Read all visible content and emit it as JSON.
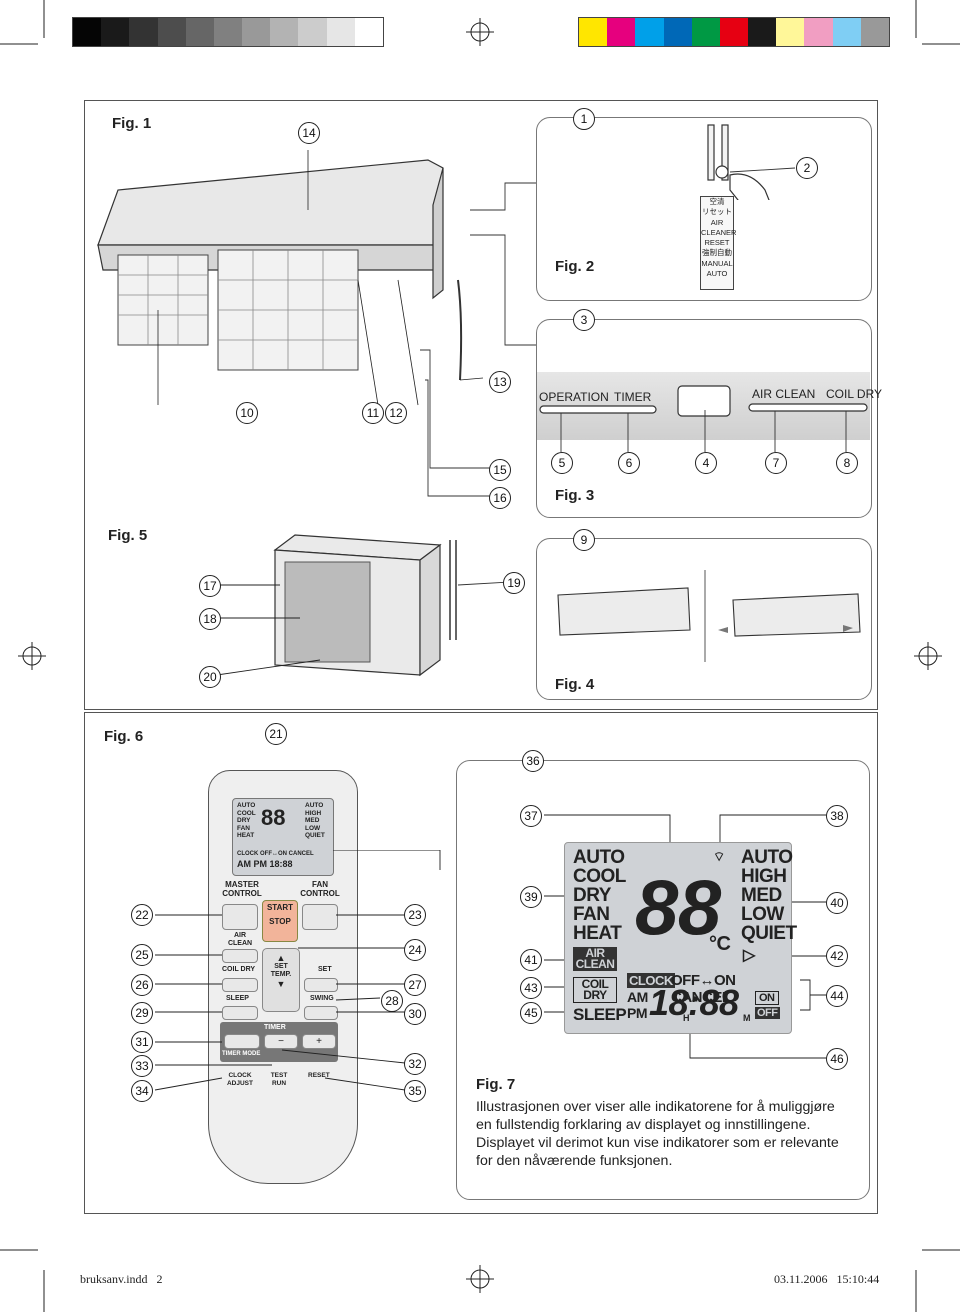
{
  "registration": {
    "gray_swatches": [
      "#050505",
      "#1a1a1a",
      "#333333",
      "#4d4d4d",
      "#666666",
      "#808080",
      "#999999",
      "#b3b3b3",
      "#cccccc",
      "#e6e6e6",
      "#ffffff"
    ],
    "color_swatches": [
      "#ffe600",
      "#e6007e",
      "#00a0e9",
      "#0068b7",
      "#009944",
      "#e60012",
      "#1a1a1a",
      "#fff799",
      "#f19ec2",
      "#7fcef4",
      "#999999"
    ]
  },
  "figures": {
    "fig1": "Fig. 1",
    "fig2": "Fig. 2",
    "fig3": "Fig. 3",
    "fig4": "Fig. 4",
    "fig5": "Fig. 5",
    "fig6": "Fig. 6",
    "fig7": "Fig. 7"
  },
  "fig2_label": {
    "line1": "空清",
    "line2": "リセット",
    "line3": "AIR",
    "line4": "CLEANER",
    "line5": "RESET",
    "line6": "強制自動",
    "line7": "MANUAL",
    "line8": "AUTO"
  },
  "fig3_panel": {
    "operation": "OPERATION",
    "timer": "TIMER",
    "air_clean": "AIR CLEAN",
    "coil_dry": "COIL DRY"
  },
  "callouts": {
    "c1": "1",
    "c2": "2",
    "c3": "3",
    "c4": "4",
    "c5": "5",
    "c6": "6",
    "c7": "7",
    "c8": "8",
    "c9": "9",
    "c10": "10",
    "c11": "11",
    "c12": "12",
    "c13": "13",
    "c14": "14",
    "c15": "15",
    "c16": "16",
    "c17": "17",
    "c18": "18",
    "c19": "19",
    "c20": "20",
    "c21": "21",
    "c22": "22",
    "c23": "23",
    "c24": "24",
    "c25": "25",
    "c26": "26",
    "c27": "27",
    "c28": "28",
    "c29": "29",
    "c30": "30",
    "c31": "31",
    "c32": "32",
    "c33": "33",
    "c34": "34",
    "c35": "35",
    "c36": "36",
    "c37": "37",
    "c38": "38",
    "c39": "39",
    "c40": "40",
    "c41": "41",
    "c42": "42",
    "c43": "43",
    "c44": "44",
    "c45": "45",
    "c46": "46"
  },
  "remote": {
    "master_control": "MASTER CONTROL",
    "fan_control": "FAN CONTROL",
    "start": "START",
    "stop": "STOP",
    "air_clean": "AIR CLEAN",
    "coil_dry": "COIL DRY",
    "set_temp": "SET TEMP.",
    "set": "SET",
    "sleep": "SLEEP",
    "swing": "SWING",
    "timer": "TIMER",
    "timer_mode": "TIMER MODE",
    "minus": "−",
    "plus": "+",
    "clock_adjust": "CLOCK ADJUST",
    "test_run": "TEST RUN",
    "reset": "RESET"
  },
  "lcd": {
    "modes": [
      "AUTO",
      "COOL",
      "DRY",
      "FAN",
      "HEAT"
    ],
    "fan_speeds": [
      "AUTO",
      "HIGH",
      "MED",
      "LOW",
      "QUIET"
    ],
    "digits": "88",
    "unit": "°C",
    "air_clean": "AIR CLEAN",
    "coil_dry": "COIL DRY",
    "sleep": "SLEEP",
    "clock": "CLOCK",
    "off_on_cancel": "OFF↔ON CANCEL",
    "am": "AM",
    "pm": "PM",
    "time": "18:88",
    "h": "H",
    "m": "M",
    "on": "ON",
    "off": "OFF"
  },
  "fig7_text": {
    "line1": "Illustrasjonen over viser alle indikatorene for å muliggjøre",
    "line2": "en fullstendig forklaring av displayet og innstillingene.",
    "line3": "Displayet vil derimot kun vise indikatorer som er relevante",
    "line4": "for den nåværende funksjonen."
  },
  "footer": {
    "file": "bruksanv.indd   2",
    "timestamp": "03.11.2006   15:10:44"
  }
}
